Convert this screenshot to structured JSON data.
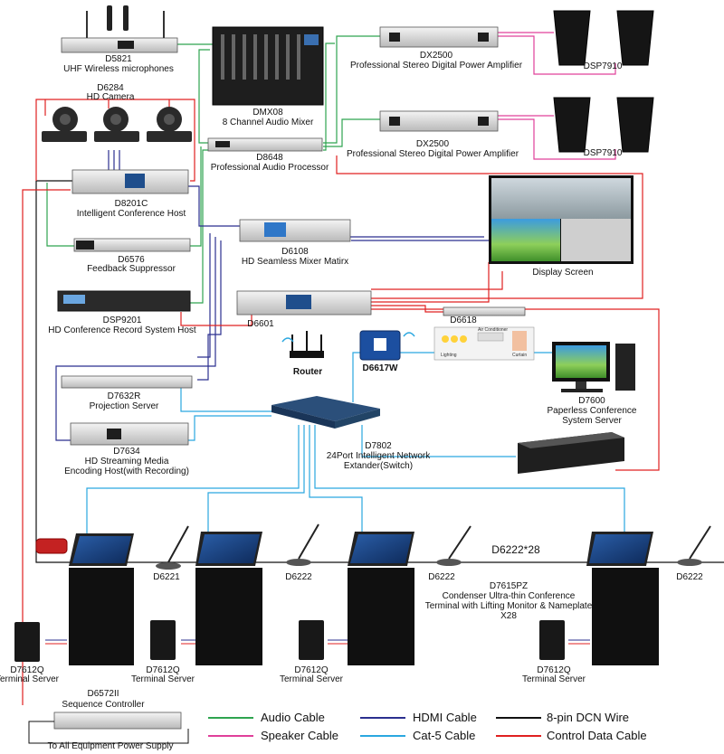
{
  "devices": {
    "d5821": [
      "D5821",
      "UHF Wireless microphones"
    ],
    "d6284": [
      "D6284",
      "HD Camera"
    ],
    "d8201c": [
      "D8201C",
      "Intelligent Conference Host"
    ],
    "d6576": [
      "D6576",
      "Feedback Suppressor"
    ],
    "dsp9201": [
      "DSP9201",
      "HD Conference Record System Host"
    ],
    "dmx08": [
      "DMX08",
      "8 Channel Audio Mixer"
    ],
    "d8648": [
      "D8648",
      "Professional Audio Processor"
    ],
    "dx2500a": [
      "DX2500",
      "Professional Stereo Digital Power Amplifier"
    ],
    "dx2500b": [
      "DX2500",
      "Professional Stereo Digital Power Amplifier"
    ],
    "dsp7910a": "DSP7910",
    "dsp7910b": "DSP7910",
    "d6108": [
      "D6108",
      "HD Seamless Mixer Matirx"
    ],
    "display": "Display Screen",
    "d6601": "D6601",
    "d6618": "D6618",
    "router": "Router",
    "d6617w": "D6617W",
    "d7632r": [
      "D7632R",
      "Projection Server"
    ],
    "d7634": [
      "D7634",
      "HD Streaming Media",
      "Encoding Host(with Recording)"
    ],
    "d7802": [
      "D7802",
      "24Port Intelligent Network",
      "Extander(Switch)"
    ],
    "d7600": [
      "D7600",
      "Paperless Conference",
      "System Server"
    ],
    "d6222x28": "D6222*28",
    "mic1": "D6221",
    "mic2": "D6222",
    "mic3": "D6222",
    "mic4": "D6222",
    "d7615pz": [
      "D7615PZ",
      "Condenser Ultra-thin Conference",
      "Terminal with Lifting Monitor & Nameplate",
      "X28"
    ],
    "ts1": [
      "D7612Q",
      "Terminal Server"
    ],
    "ts2": [
      "D7612Q",
      "Terminal Server"
    ],
    "ts3": [
      "D7612Q",
      "Terminal Server"
    ],
    "ts4": [
      "D7612Q",
      "Terminal Server"
    ],
    "d6572ii": [
      "D6572II",
      "Sequence Controller"
    ],
    "power": "To All Equipment Power Supply",
    "d6618_tags": [
      "Lighting",
      "Air Conditioner",
      "Curtain"
    ]
  },
  "legend": [
    {
      "label": "Audio Cable",
      "color": "#2ea44f"
    },
    {
      "label": "HDMI Cable",
      "color": "#2b2f8f"
    },
    {
      "label": "8-pin DCN Wire",
      "color": "#111111"
    },
    {
      "label": "Speaker Cable",
      "color": "#e0409a"
    },
    {
      "label": "Cat-5 Cable",
      "color": "#2aa7e0"
    },
    {
      "label": "Control Data Cable",
      "color": "#e02020"
    }
  ],
  "colors": {
    "audio": "#2ea44f",
    "hdmi": "#2b2f8f",
    "dcn": "#111111",
    "speaker": "#e0409a",
    "cat5": "#2aa7e0",
    "control": "#e02020"
  }
}
